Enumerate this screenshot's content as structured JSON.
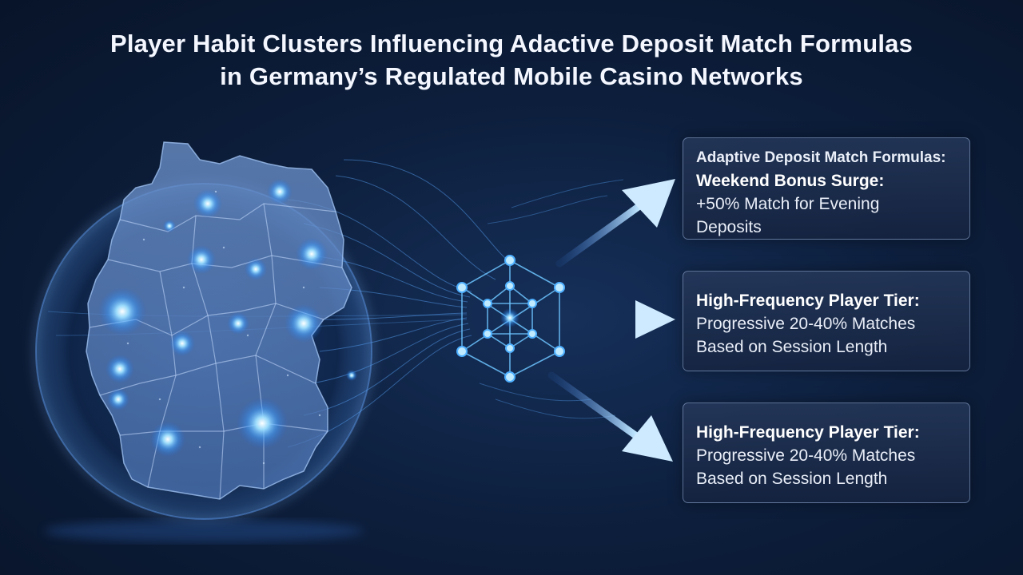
{
  "title": {
    "line1": "Player Habit Clusters Influencing Adactive Deposit Match Formulas",
    "line2": "in Germany’s Regulated Mobile Casino Networks"
  },
  "cards": [
    {
      "pre_heading": "Adaptive Deposit Match Formulas:",
      "heading": "Weekend Bonus Surge:",
      "body_line1": "+50% Match for Evening",
      "body_line2": "Deposits"
    },
    {
      "heading": "High-Frequency Player Tier:",
      "body_line1": "Progressive 20-40% Matches",
      "body_line2": "Based on Session Length"
    },
    {
      "heading": "High-Frequency Player Tier:",
      "body_line1": "Progressive 20-40% Matches",
      "body_line2": "Based on Session Length"
    }
  ],
  "colors": {
    "accent": "#5ab8ff",
    "glow": "#9fe0ff",
    "map_fill": "#5f86c2",
    "background": "#0d1f3d"
  },
  "icons": {
    "map": "germany-map-icon",
    "network": "neural-network-hub-icon",
    "arrow": "arrow-right-icon"
  }
}
